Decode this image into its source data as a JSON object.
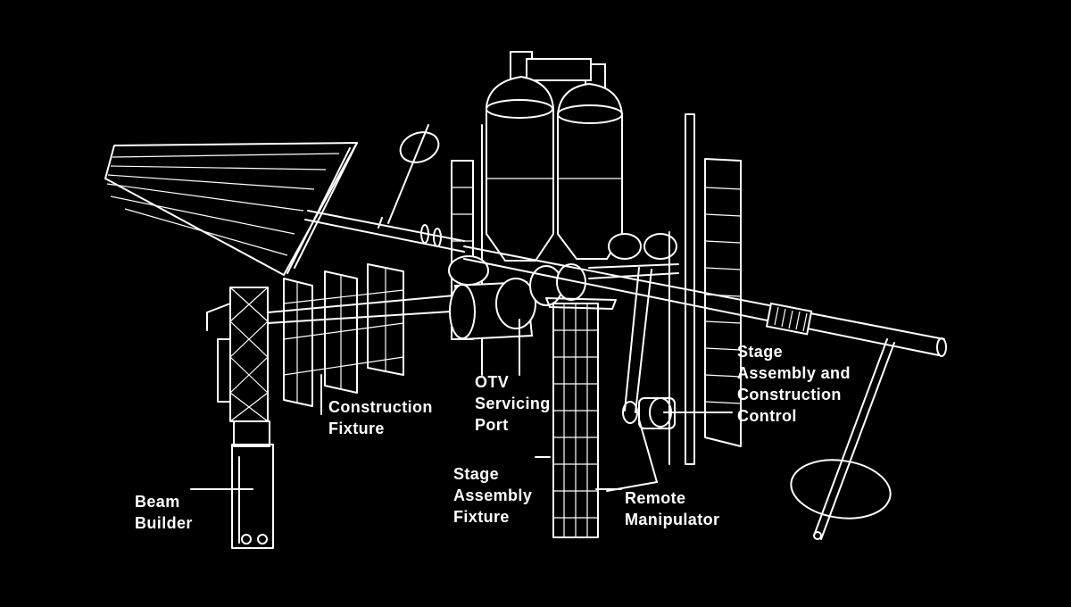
{
  "labels": {
    "beam_builder": [
      "Beam",
      "Builder"
    ],
    "construction_fixture": [
      "Construction",
      "Fixture"
    ],
    "otv_servicing_port": [
      "OTV",
      "Servicing",
      "Port"
    ],
    "stage_assembly_fixture": [
      "Stage",
      "Assembly",
      "Fixture"
    ],
    "remote_manipulator": [
      "Remote",
      "Manipulator"
    ],
    "stage_assembly_construction_control": [
      "Stage",
      "Assembly and",
      "Construction",
      "Control"
    ]
  },
  "colors": {
    "background": "#000000",
    "line": "#ffffff"
  }
}
